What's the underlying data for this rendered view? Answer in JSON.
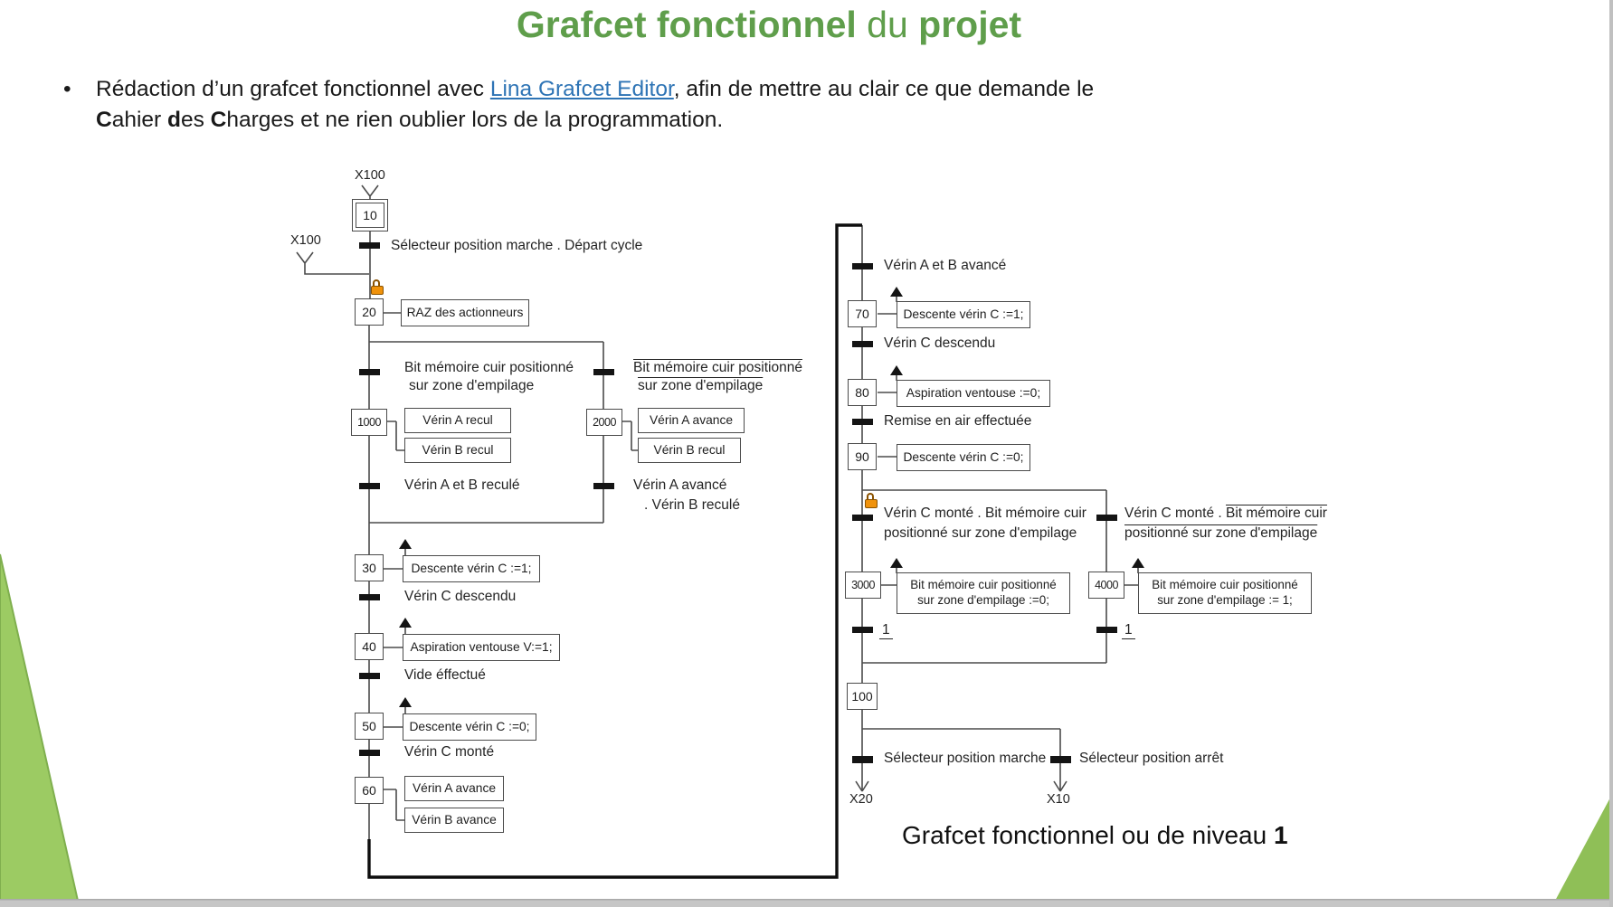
{
  "header": {
    "title_lead": "Grafcet fonctionnel",
    "title_mid": " du ",
    "title_tail": "projet"
  },
  "intro": {
    "bullet_char": "•",
    "l1_pre": "Rédaction d’un grafcet fonctionnel avec ",
    "l1_link": "Lina Grafcet Editor",
    "l1_post": ", afin de mettre au clair ce que demande le",
    "l2_b1": "C",
    "l2_t1": "ahier ",
    "l2_b2": "d",
    "l2_t2": "es ",
    "l2_b3": "C",
    "l2_t3": "harges et ne rien oublier lors de la programmation."
  },
  "grafcet": {
    "jumps": {
      "top": "X100",
      "left": "X100",
      "bottom_left": "X20",
      "bottom_right": "X10"
    },
    "steps": {
      "s10": "10",
      "s20": "20",
      "s30": "30",
      "s40": "40",
      "s50": "50",
      "s60": "60",
      "s70": "70",
      "s80": "80",
      "s90": "90",
      "s100": "100",
      "s1000": "1000",
      "s2000": "2000",
      "s3000": "3000",
      "s4000": "4000"
    },
    "actions": {
      "a20": "RAZ des actionneurs",
      "a1000_1": "Vérin A recul",
      "a1000_2": "Vérin B recul",
      "a2000_1": "Vérin A avance",
      "a2000_2": "Vérin B recul",
      "a30": "Descente vérin C :=1;",
      "a40": "Aspiration ventouse V:=1;",
      "a50": "Descente vérin C :=0;",
      "a60_1": "Vérin A avance",
      "a60_2": "Vérin B avance",
      "a70": "Descente vérin C :=1;",
      "a80": "Aspiration ventouse :=0;",
      "a90": "Descente vérin C :=0;",
      "a3000_l1": "Bit mémoire cuir positionné",
      "a3000_l2": "sur zone d'empilage :=0;",
      "a4000_l1": "Bit mémoire cuir positionné",
      "a4000_l2": "sur zone d'empilage := 1;"
    },
    "transitions": {
      "t10": "Sélecteur position marche . Départ cycle",
      "t20_left_l1": "Bit mémoire cuir positionné",
      "t20_left_l2": "sur zone d'empilage",
      "t20_right_l1": "Bit mémoire cuir positionné",
      "t20_right_l2": "sur zone d'empilage",
      "t1000": "Vérin A et B reculé",
      "t2000_l1": "Vérin A avancé",
      "t2000_l2": ". Vérin B reculé",
      "t30": "Vérin C descendu",
      "t40": "Vide éffectué",
      "t50": "Vérin C monté",
      "t60": "Vérin A et B avancé",
      "t70": "Vérin C descendu",
      "t80": "Remise en air effectuée",
      "t90_left_l1": "Vérin C monté . Bit mémoire cuir",
      "t90_left_l2": "positionné sur zone d'empilage",
      "t90_right_l1_plain": "Vérin C monté . ",
      "t90_right_l1_ov": "Bit mémoire cuir",
      "t90_right_l2": "positionné sur zone d'empilage",
      "t3000": "1",
      "t4000": "1",
      "t100_left": "Sélecteur position marche",
      "t100_right": "Sélecteur position arrêt"
    }
  },
  "caption": {
    "text": "Grafcet fonctionnel ou de niveau ",
    "level": "1"
  },
  "colors": {
    "accent_green": "#5F9E4B",
    "link_blue": "#2E74B5",
    "lock_orange": "#F0920B",
    "triangle_left": "#9CCB63",
    "triangle_right": "#8FBF57"
  }
}
